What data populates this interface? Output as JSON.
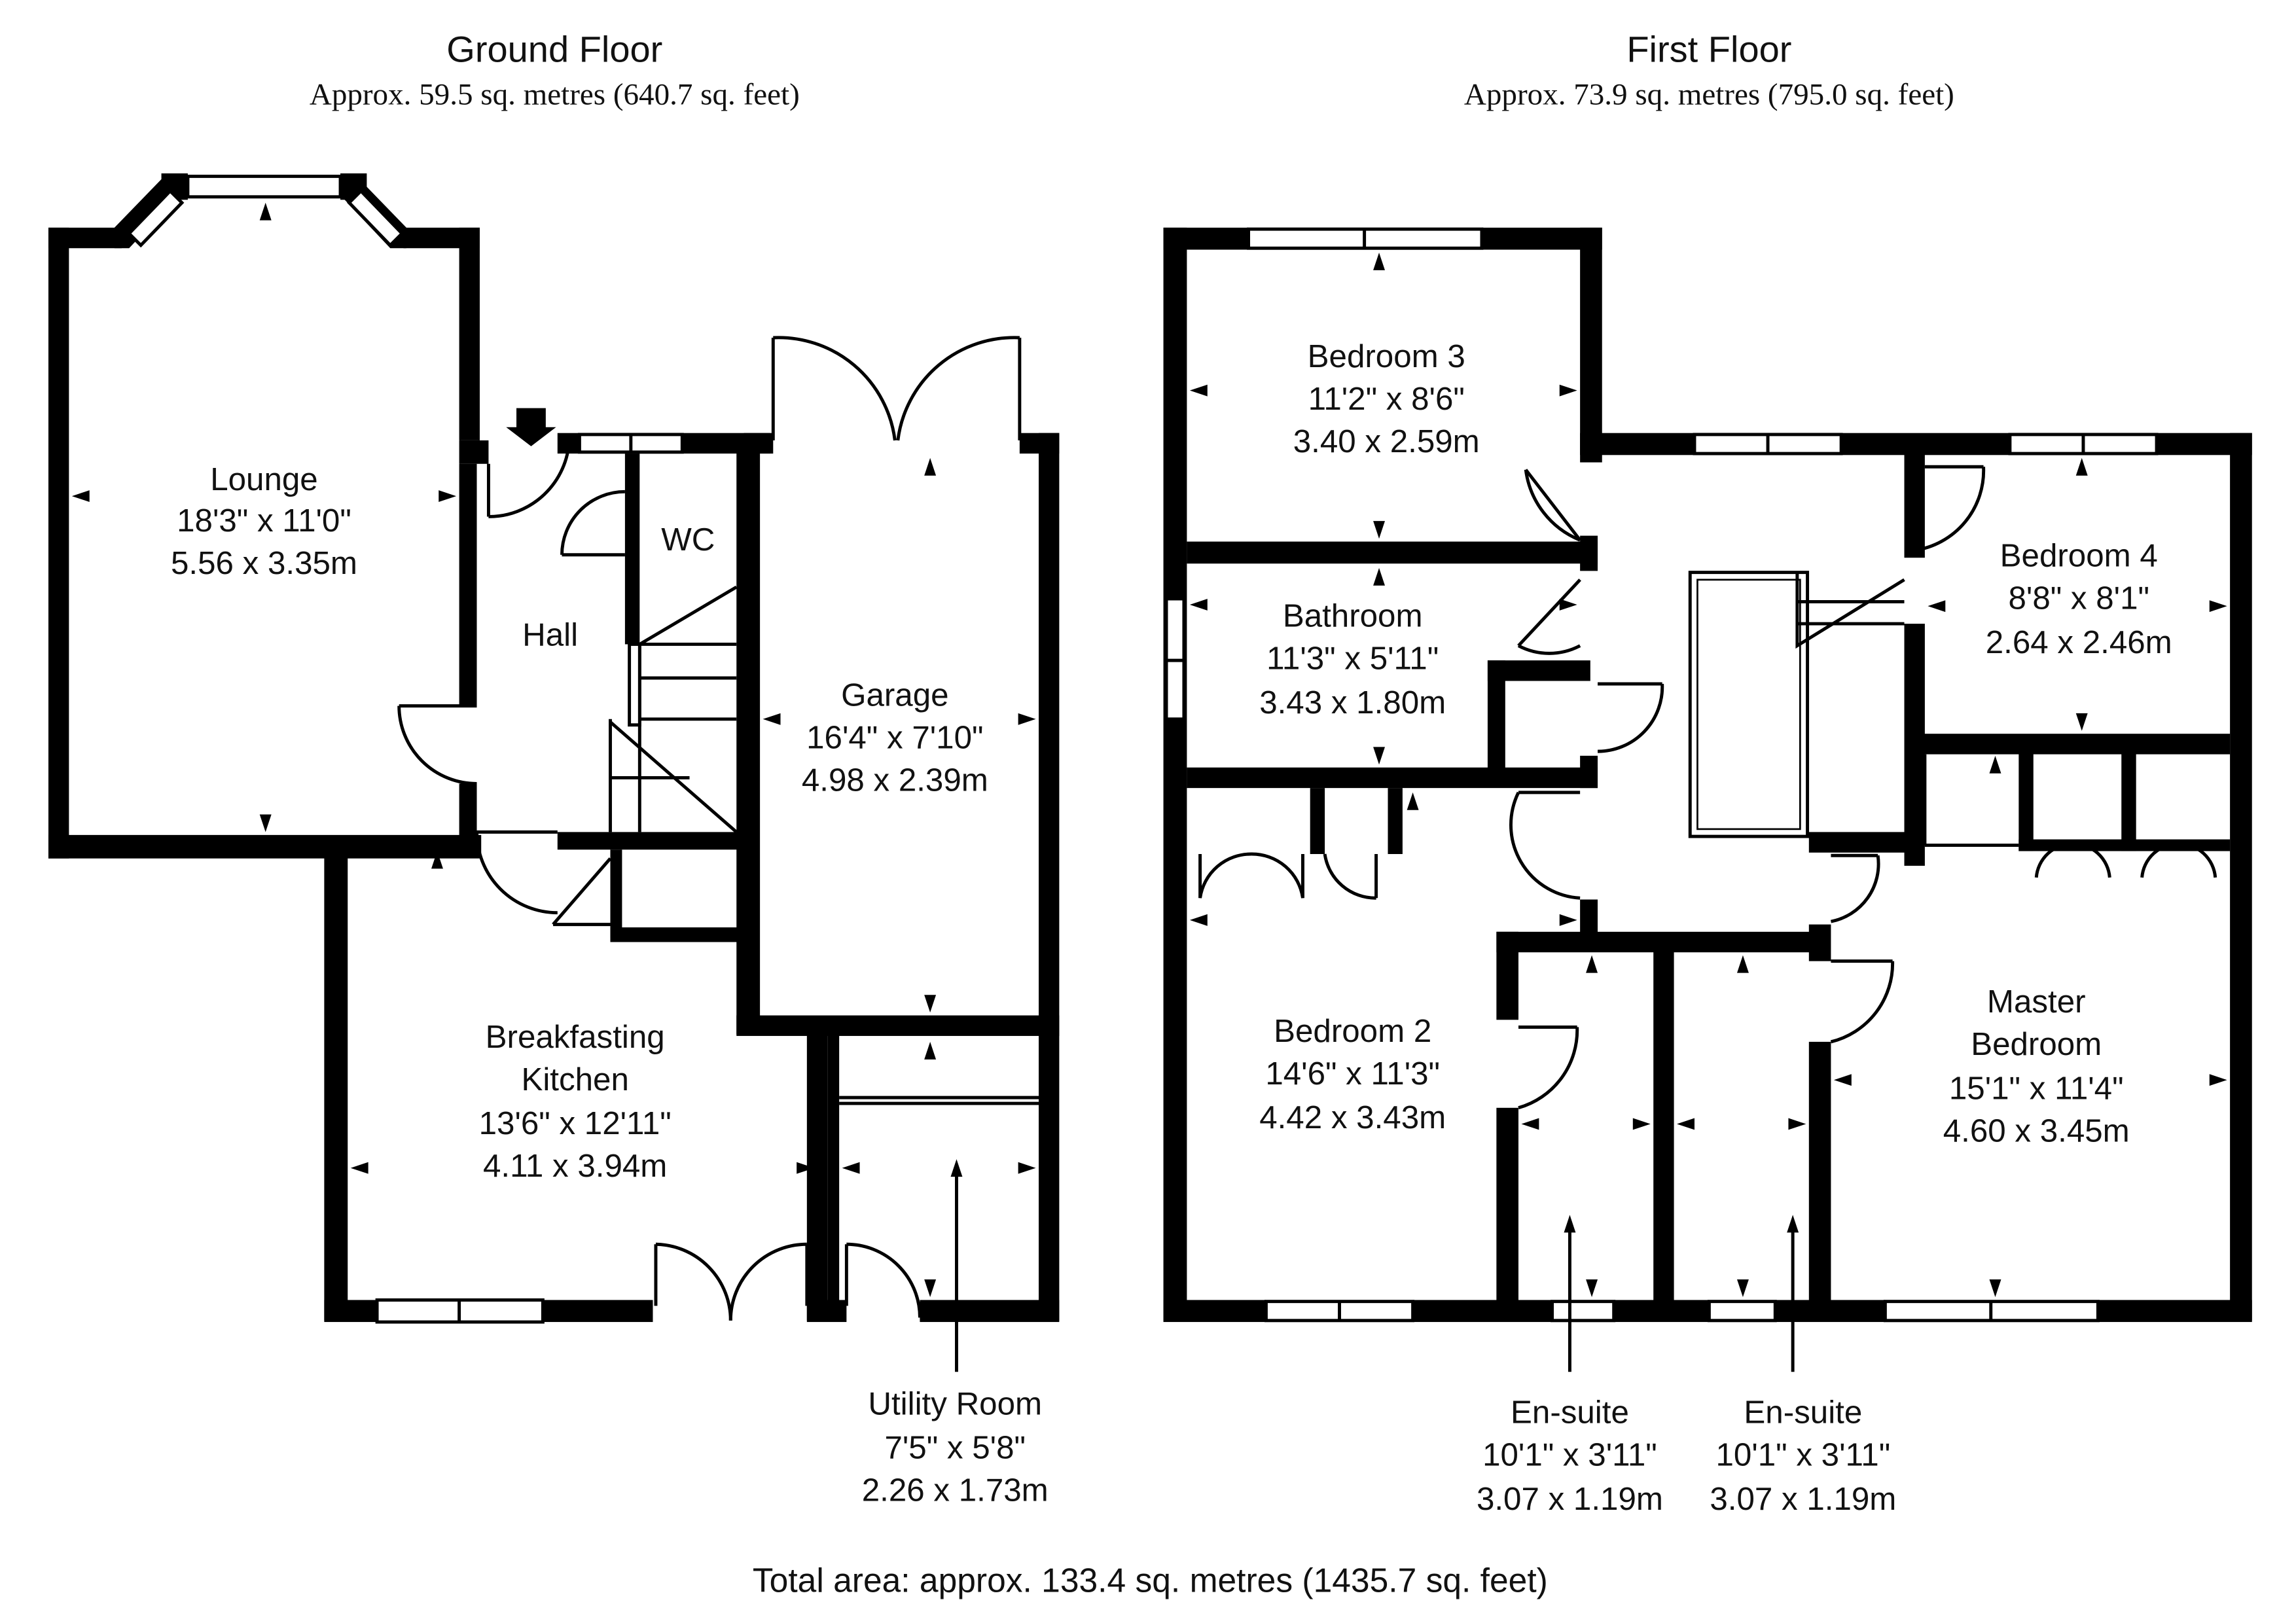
{
  "headers": {
    "ground": {
      "title": "Ground Floor",
      "area": "Approx. 59.5 sq. metres (640.7 sq. feet)"
    },
    "first": {
      "title": "First Floor",
      "area": "Approx. 73.9 sq. metres (795.0 sq. feet)"
    }
  },
  "total": "Total area: approx. 133.4 sq. metres (1435.7 sq. feet)",
  "rooms": {
    "lounge": {
      "name": "Lounge",
      "imperial": "18'3\" x 11'0\"",
      "metric": "5.56 x 3.35m"
    },
    "hall": {
      "name": "Hall"
    },
    "wc": {
      "name": "WC"
    },
    "garage": {
      "name": "Garage",
      "imperial": "16'4\" x 7'10\"",
      "metric": "4.98 x 2.39m"
    },
    "kitchen": {
      "name1": "Breakfasting",
      "name2": "Kitchen",
      "imperial": "13'6\" x 12'11\"",
      "metric": "4.11 x 3.94m"
    },
    "utility": {
      "name": "Utility Room",
      "imperial": "7'5\" x 5'8\"",
      "metric": "2.26 x 1.73m"
    },
    "bedroom3": {
      "name": "Bedroom 3",
      "imperial": "11'2\" x 8'6\"",
      "metric": "3.40 x 2.59m"
    },
    "bathroom": {
      "name": "Bathroom",
      "imperial": "11'3\" x 5'11\"",
      "metric": "3.43 x 1.80m"
    },
    "bedroom4": {
      "name": "Bedroom 4",
      "imperial": "8'8\" x 8'1\"",
      "metric": "2.64 x 2.46m"
    },
    "bedroom2": {
      "name": "Bedroom 2",
      "imperial": "14'6\" x 11'3\"",
      "metric": "4.42 x 3.43m"
    },
    "master": {
      "name1": "Master",
      "name2": "Bedroom",
      "imperial": "15'1\" x 11'4\"",
      "metric": "4.60 x 3.45m"
    },
    "ensuite1": {
      "name": "En-suite",
      "imperial": "10'1\" x 3'11\"",
      "metric": "3.07 x 1.19m"
    },
    "ensuite2": {
      "name": "En-suite",
      "imperial": "10'1\" x 3'11\"",
      "metric": "3.07 x 1.19m"
    }
  }
}
